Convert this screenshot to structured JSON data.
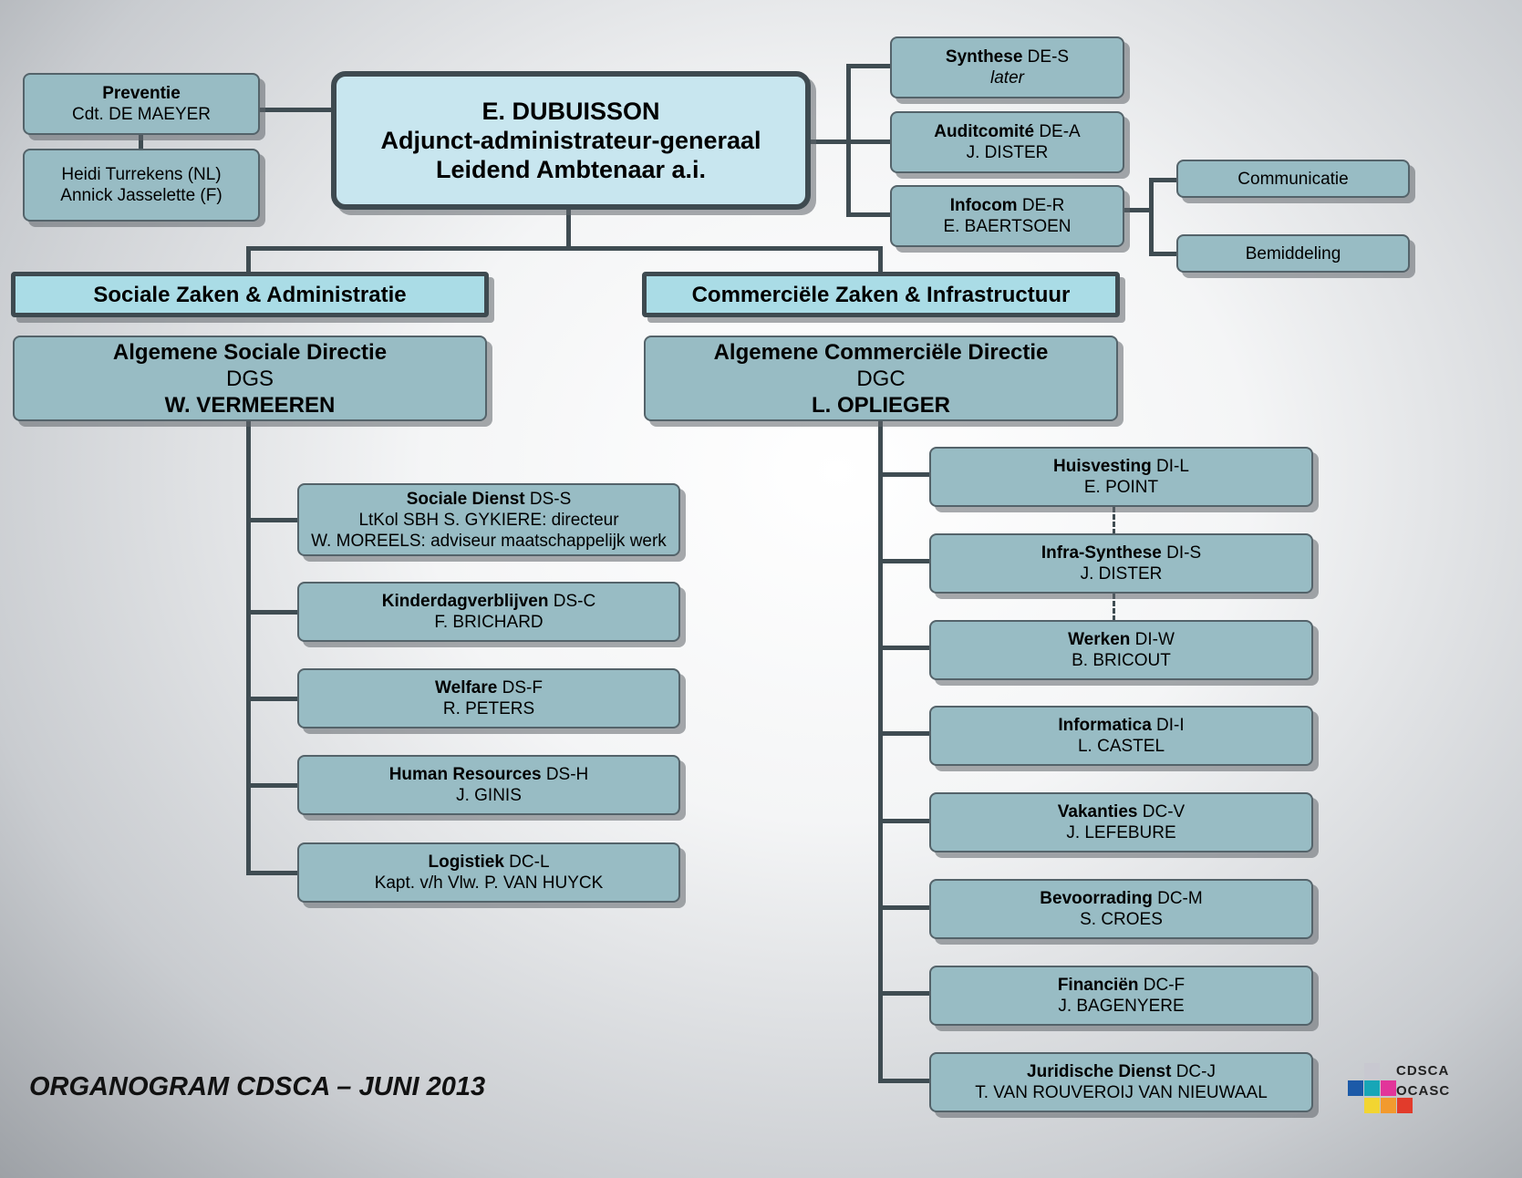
{
  "ceo": {
    "name": "E. DUBUISSON",
    "title": "Adjunct-administrateur-generaal",
    "subtitle": "Leidend Ambtenaar a.i."
  },
  "preventie": {
    "label": "Preventie",
    "person": "Cdt. DE MAEYER"
  },
  "trustees": {
    "line1": "Heidi Turrekens (NL)",
    "line2": "Annick Jasselette (F)"
  },
  "staff": [
    {
      "label": "Synthese",
      "code": "DE-S",
      "person": "later"
    },
    {
      "label": "Auditcomité",
      "code": "DE-A",
      "person": "J. DISTER"
    },
    {
      "label": "Infocom",
      "code": "DE-R",
      "person": "E. BAERTSOEN"
    }
  ],
  "infocom_sub": [
    "Communicatie",
    "Bemiddeling"
  ],
  "branches": {
    "left": "Sociale Zaken & Administratie",
    "right": "Commerciële Zaken & Infrastructuur"
  },
  "directions": {
    "left": {
      "name": "Algemene Sociale Directie",
      "code": "DGS",
      "person": "W. VERMEEREN"
    },
    "right": {
      "name": "Algemene Commerciële Directie",
      "code": "DGC",
      "person": "L. OPLIEGER"
    }
  },
  "social_units": [
    {
      "label": "Sociale Dienst",
      "code": "DS-S",
      "line2": "LtKol SBH  S. GYKIERE: directeur",
      "line3": "W. MOREELS: adviseur maatschappelijk werk"
    },
    {
      "label": "Kinderdagverblijven",
      "code": "DS-C",
      "line2": "F. BRICHARD"
    },
    {
      "label": "Welfare",
      "code": "DS-F",
      "line2": "R. PETERS"
    },
    {
      "label": "Human Resources",
      "code": "DS-H",
      "line2": "J. GINIS"
    },
    {
      "label": "Logistiek",
      "code": "DC-L",
      "line2": "Kapt. v/h Vlw. P. VAN HUYCK"
    }
  ],
  "commercial_units": [
    {
      "label": "Huisvesting",
      "code": "DI-L",
      "line2": "E. POINT"
    },
    {
      "label": "Infra-Synthese",
      "code": "DI-S",
      "line2": "J. DISTER"
    },
    {
      "label": "Werken",
      "code": "DI-W",
      "line2": "B. BRICOUT"
    },
    {
      "label": "Informatica",
      "code": "DI-I",
      "line2": "L. CASTEL"
    },
    {
      "label": "Vakanties",
      "code": "DC-V",
      "line2": "J. LEFEBURE"
    },
    {
      "label": "Bevoorrading",
      "code": "DC-M",
      "line2": "S. CROES"
    },
    {
      "label": "Financiën",
      "code": "DC-F",
      "line2": "J. BAGENYERE"
    },
    {
      "label": "Juridische Dienst",
      "code": "DC-J",
      "line2": "T. VAN ROUVEROIJ VAN NIEUWAAL"
    }
  ],
  "footer": "ORGANOGRAM CDSCA – JUNI 2013",
  "logo": {
    "line1": "CDSCA",
    "line2": "OCASC"
  },
  "colors": {
    "box": "#98bcc4",
    "ceo_box": "#c8e6ef",
    "branch_box": "#aadce6",
    "line": "#3f4c52"
  }
}
